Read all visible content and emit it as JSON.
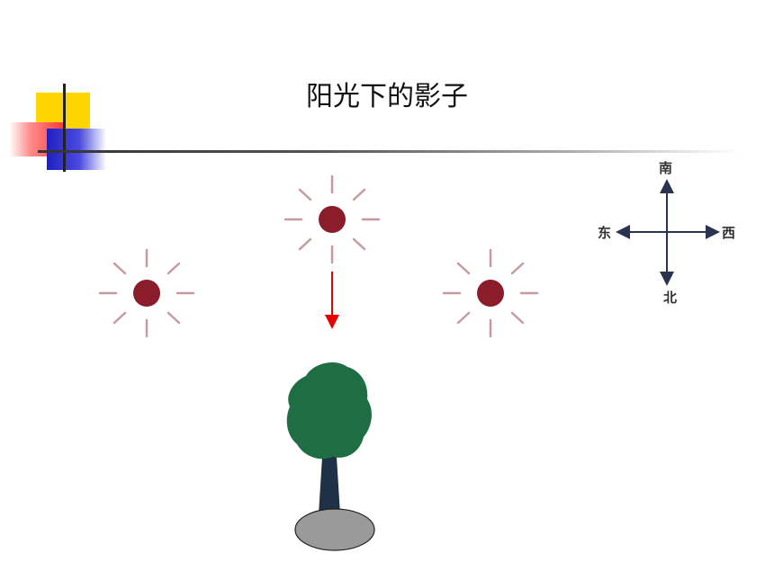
{
  "slide": {
    "title": "阳光下的影子"
  },
  "compass": {
    "south": "南",
    "east": "东",
    "west": "西",
    "north": "北"
  },
  "colors": {
    "sun": "#8b1c2a",
    "sun_rays": "#c79aa0",
    "arrow": "#e60000",
    "tree_canopy": "#1f6e43",
    "tree_trunk": "#1e3146",
    "shadow": "#9a9a9a",
    "accent_yellow": "#ffd400",
    "accent_red": "#ff3b3b",
    "accent_blue": "#2a2ad0"
  },
  "icons": [
    "sun-icon",
    "tree-icon",
    "shadow-ellipse",
    "compass-icon",
    "arrow-down-icon"
  ]
}
